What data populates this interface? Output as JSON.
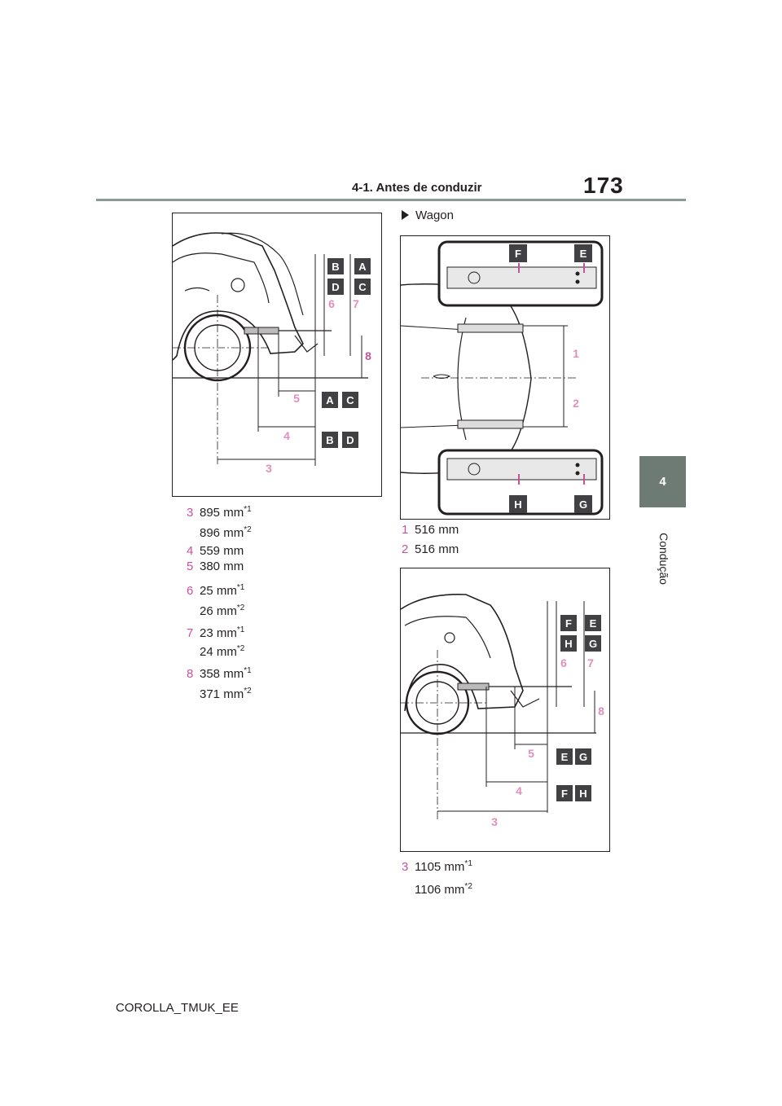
{
  "header": {
    "section": "4-1. Antes de conduzir",
    "page_number": "173"
  },
  "side_tab": {
    "chapter_number": "4",
    "chapter_label": "Condução"
  },
  "left_figure": {
    "markers": [
      "B",
      "A",
      "D",
      "C",
      "6",
      "7",
      "8",
      "5",
      "A",
      "C",
      "4",
      "B",
      "D",
      "3"
    ]
  },
  "left_specs": [
    {
      "num": "3",
      "value": "895 mm",
      "note": "*1"
    },
    {
      "num": "",
      "value": "896 mm",
      "note": "*2"
    },
    {
      "num": "4",
      "value": "559 mm",
      "note": ""
    },
    {
      "num": "5",
      "value": "380 mm",
      "note": ""
    },
    {
      "num": "6",
      "value": "25 mm",
      "note": "*1"
    },
    {
      "num": "",
      "value": "26 mm",
      "note": "*2"
    },
    {
      "num": "7",
      "value": "23 mm",
      "note": "*1"
    },
    {
      "num": "",
      "value": "24 mm",
      "note": "*2"
    },
    {
      "num": "8",
      "value": "358 mm",
      "note": "*1"
    },
    {
      "num": "",
      "value": "371 mm",
      "note": "*2"
    }
  ],
  "wagon": {
    "heading": "Wagon",
    "top_figure": {
      "markers": [
        "F",
        "E",
        "1",
        "2",
        "H",
        "G"
      ]
    },
    "top_specs": [
      {
        "num": "1",
        "value": "516 mm",
        "note": ""
      },
      {
        "num": "2",
        "value": "516 mm",
        "note": ""
      }
    ],
    "side_figure": {
      "markers": [
        "F",
        "E",
        "H",
        "G",
        "6",
        "7",
        "8",
        "5",
        "E",
        "G",
        "4",
        "F",
        "H",
        "3"
      ]
    },
    "side_specs": [
      {
        "num": "3",
        "value": "1105 mm",
        "note": "*1"
      },
      {
        "num": "",
        "value": "1106 mm",
        "note": "*2"
      }
    ]
  },
  "footer": {
    "model_code": "COROLLA_TMUK_EE"
  }
}
